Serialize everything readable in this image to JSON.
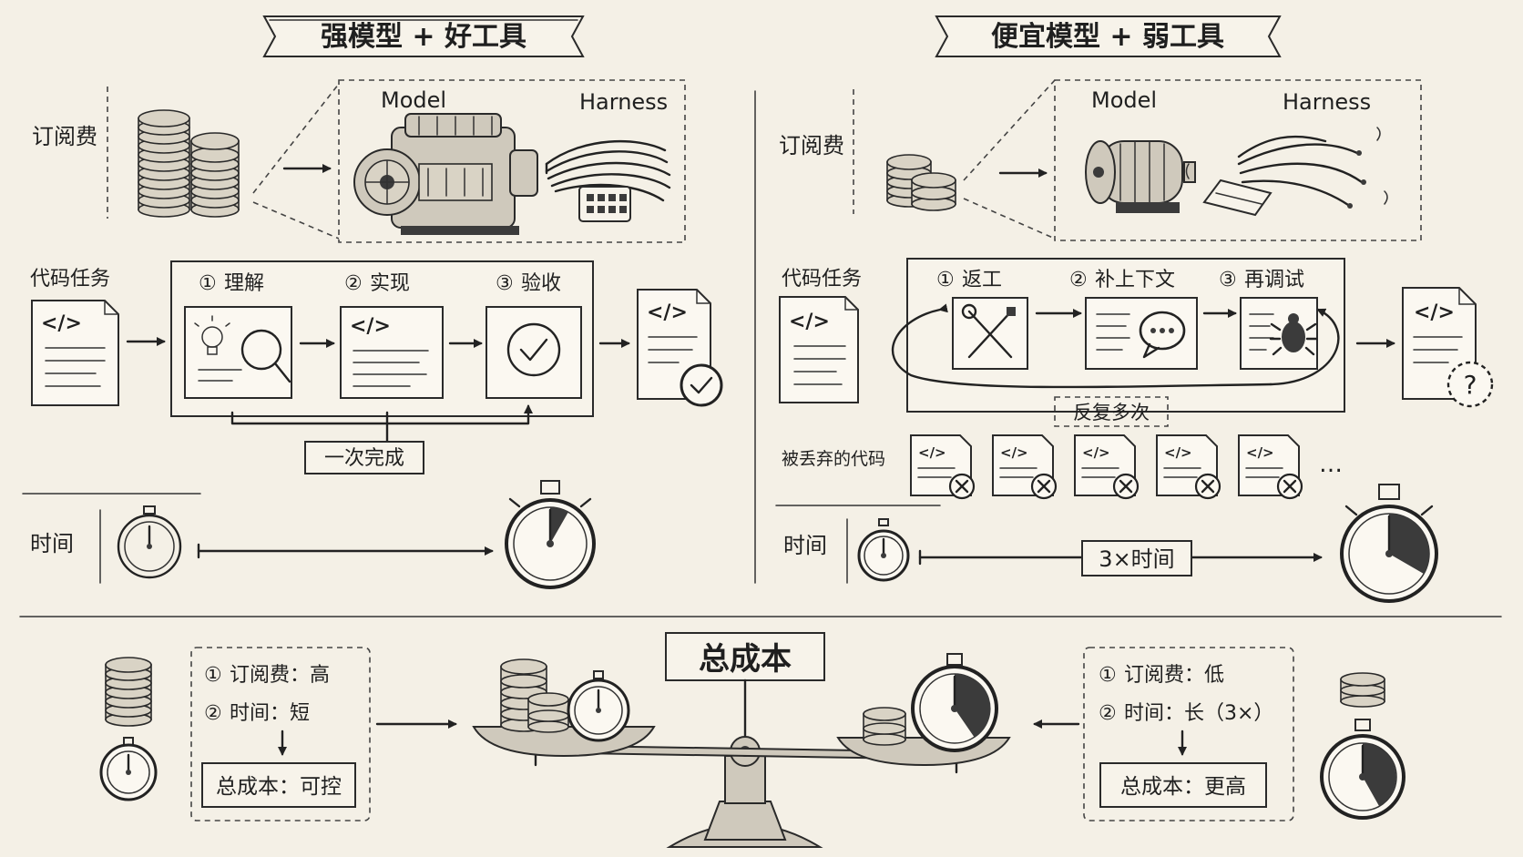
{
  "left": {
    "title": "强模型 + 好工具",
    "subscription_label": "订阅费",
    "model_label": "Model",
    "harness_label": "Harness",
    "task_label": "代码任务",
    "steps": [
      {
        "num": "①",
        "label": "理解"
      },
      {
        "num": "②",
        "label": "实现"
      },
      {
        "num": "③",
        "label": "验收"
      }
    ],
    "once_label": "一次完成",
    "time_label": "时间"
  },
  "right": {
    "title": "便宜模型 + 弱工具",
    "subscription_label": "订阅费",
    "model_label": "Model",
    "harness_label": "Harness",
    "task_label": "代码任务",
    "steps": [
      {
        "num": "①",
        "label": "返工"
      },
      {
        "num": "②",
        "label": "补上下文"
      },
      {
        "num": "③",
        "label": "再调试"
      }
    ],
    "repeat_label": "反复多次",
    "discarded_label": "被丢弃的代码",
    "ellipsis": "…",
    "time_label": "时间",
    "time_multiplier": "3×时间",
    "result_mark": "?"
  },
  "bottom": {
    "total_title": "总成本",
    "left_summary": {
      "line1_num": "①",
      "line1": "订阅费：高",
      "line2_num": "②",
      "line2": "时间：短",
      "result": "总成本：可控"
    },
    "right_summary": {
      "line1_num": "①",
      "line1": "订阅费：低",
      "line2_num": "②",
      "line2": "时间：长（3×）",
      "result": "总成本：更高"
    }
  },
  "code_glyph": "</>"
}
